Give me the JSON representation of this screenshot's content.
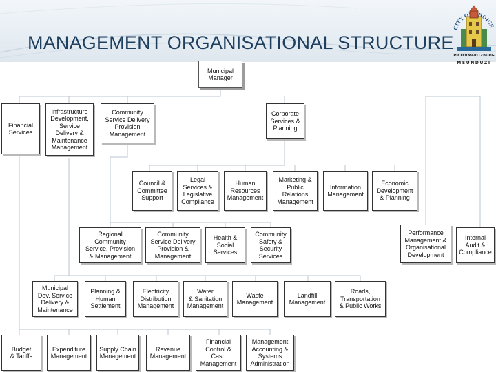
{
  "header": {
    "title": "MANAGEMENT ORGANISATIONAL STRUCTURE",
    "logo_text": "CITY OF CHOICE",
    "logo_subtext": "PIETERMARITZBURG",
    "logo_name": "MSUNDUZI"
  },
  "org": {
    "municipal_manager": "Municipal\nManager",
    "level1": {
      "financial_services": "Financial\nServices",
      "infrastructure": "Infrastructure\nDevelopment,\nService\nDelivery &\nMaintenance\nManagement",
      "community_service": "Community\nService Delivery\nProvision\nManagement",
      "corporate_services": "Corporate\nServices &\nPlanning"
    },
    "corporate_units": {
      "council": "Council &\nCommittee\nSupport",
      "legal": "Legal\nServices &\nLegislative\nCompliance",
      "hr": "Human\nResources\nManagement",
      "marketing": "Marketing &\nPublic\nRelations\nManagement",
      "information": "Information\nManagement",
      "economic": "Economic\nDevelopment\n& Planning"
    },
    "community_units": {
      "regional": "Regional\nCommunity\nService, Provision\n& Management",
      "community_delivery": "Community\nService Delivery\nProvision &\nManagement",
      "health": "Health &\nSocial\nServices",
      "safety": "Community\nSafety &\nSecurity\nServices"
    },
    "side_units": {
      "performance": "Performance\nManagement &\nOrganisational\nDevelopment",
      "internal_audit": "Internal\nAudit &\nCompliance"
    },
    "infrastructure_units": {
      "municipal_dev": "Municipal\nDev. Service\nDelivery &\nMaintenance",
      "planning": "Planning &\nHuman\nSettlement",
      "electricity": "Electricity\nDistribution\nManagement",
      "water": "Water\n& Sanitation\nManagement",
      "waste": "Waste\nManagement",
      "landfill": "Landfill\nManagement",
      "roads": "Roads,\nTransportation\n& Public Works"
    },
    "finance_units": {
      "budget": "Budget\n& Tariffs",
      "expenditure": "Expenditure\nManagement",
      "supply_chain": "Supply Chain\nManagement",
      "revenue": "Revenue\nManagement",
      "financial_control": "Financial\nControl &\nCash\nManagement",
      "accounting": "Management\nAccounting &\nSystems\nAdministration"
    }
  }
}
